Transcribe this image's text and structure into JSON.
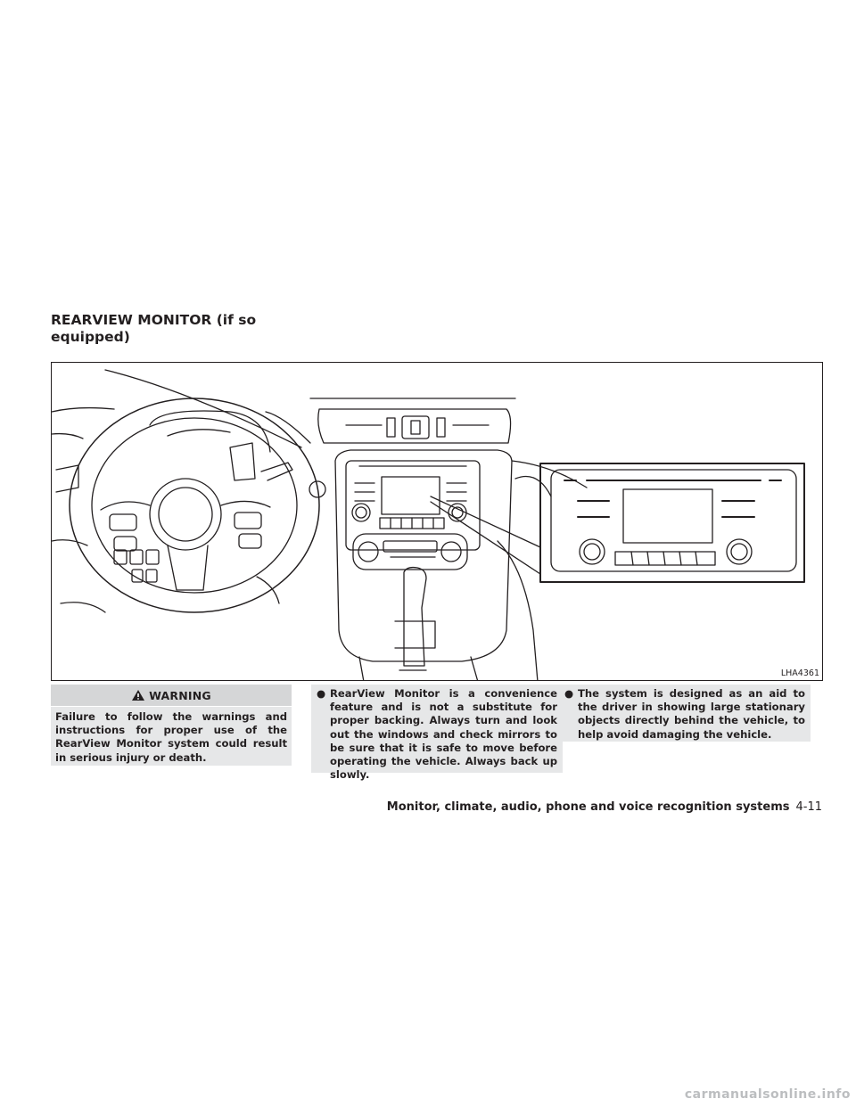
{
  "section": {
    "title": "REARVIEW MONITOR (if so equipped)"
  },
  "figure": {
    "code": "LHA4361"
  },
  "warning": {
    "heading": "WARNING",
    "text": "Failure to follow the warnings and instructions for proper use of the RearView Monitor system could result in serious injury or death."
  },
  "bullets": [
    {
      "marker": "●",
      "text": "RearView Monitor is a convenience feature and is not a substitute for proper backing. Always turn and look out the windows and check mirrors to be sure that it is safe to move before operating the vehicle. Always back up slowly."
    },
    {
      "marker": "●",
      "text": "The system is designed as an aid to the driver in showing large stationary objects directly behind the vehicle, to help avoid damaging the vehicle."
    }
  ],
  "footer": {
    "chapter": "Monitor, climate, audio, phone and voice recognition systems",
    "page": "4-11"
  },
  "watermark": "carmanualsonline.info",
  "colors": {
    "text": "#231f20",
    "warning_head_bg": "#d5d6d7",
    "box_bg": "#e6e7e8",
    "watermark": "#bcbec0"
  }
}
